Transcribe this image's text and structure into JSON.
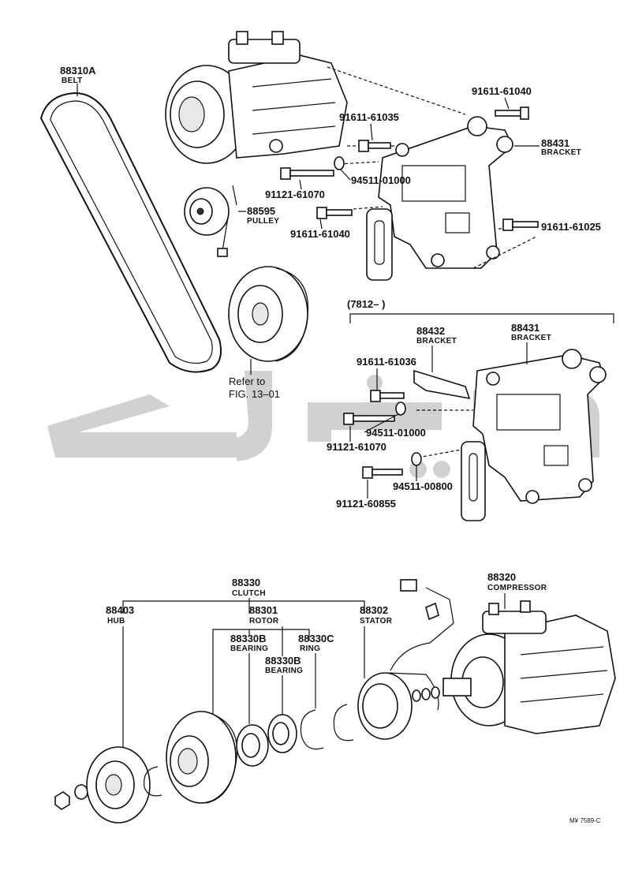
{
  "upper_parts": {
    "belt": {
      "number": "88310A",
      "name": "BELT"
    },
    "pulley": {
      "number": "88595",
      "name": "PULLEY"
    },
    "bracket": {
      "number": "88431",
      "name": "BRACKET"
    },
    "bolt_a": "91611-61040",
    "bolt_b": "91611-61035",
    "washer_a": "94511-01000",
    "bolt_c": "91121-61070",
    "bolt_d": "91611-61040",
    "bolt_e": "91611-61025",
    "refer_line1": "Refer to",
    "refer_line2": "FIG. 13–01"
  },
  "variant": {
    "range": "(7812–        )",
    "bracket_a": {
      "number": "88432",
      "name": "BRACKET"
    },
    "bracket_b": {
      "number": "88431",
      "name": "BRACKET"
    },
    "bolt_a": "91611-61036",
    "washer_a": "94511-01000",
    "bolt_b": "91121-61070",
    "washer_b": "94511-00800",
    "bolt_c": "91121-60855"
  },
  "lower_parts": {
    "clutch": {
      "number": "88330",
      "name": "CLUTCH"
    },
    "hub": {
      "number": "88403",
      "name": "HUB"
    },
    "rotor": {
      "number": "88301",
      "name": "ROTOR"
    },
    "stator": {
      "number": "88302",
      "name": "STATOR"
    },
    "bearing_1": {
      "number": "88330B",
      "name": "BEARING"
    },
    "ring": {
      "number": "88330C",
      "name": "RING"
    },
    "bearing_2": {
      "number": "88330B",
      "name": "BEARING"
    },
    "compressor": {
      "number": "88320",
      "name": "COMPRESSOR"
    }
  },
  "footer_code": "M¥ 7589-C"
}
